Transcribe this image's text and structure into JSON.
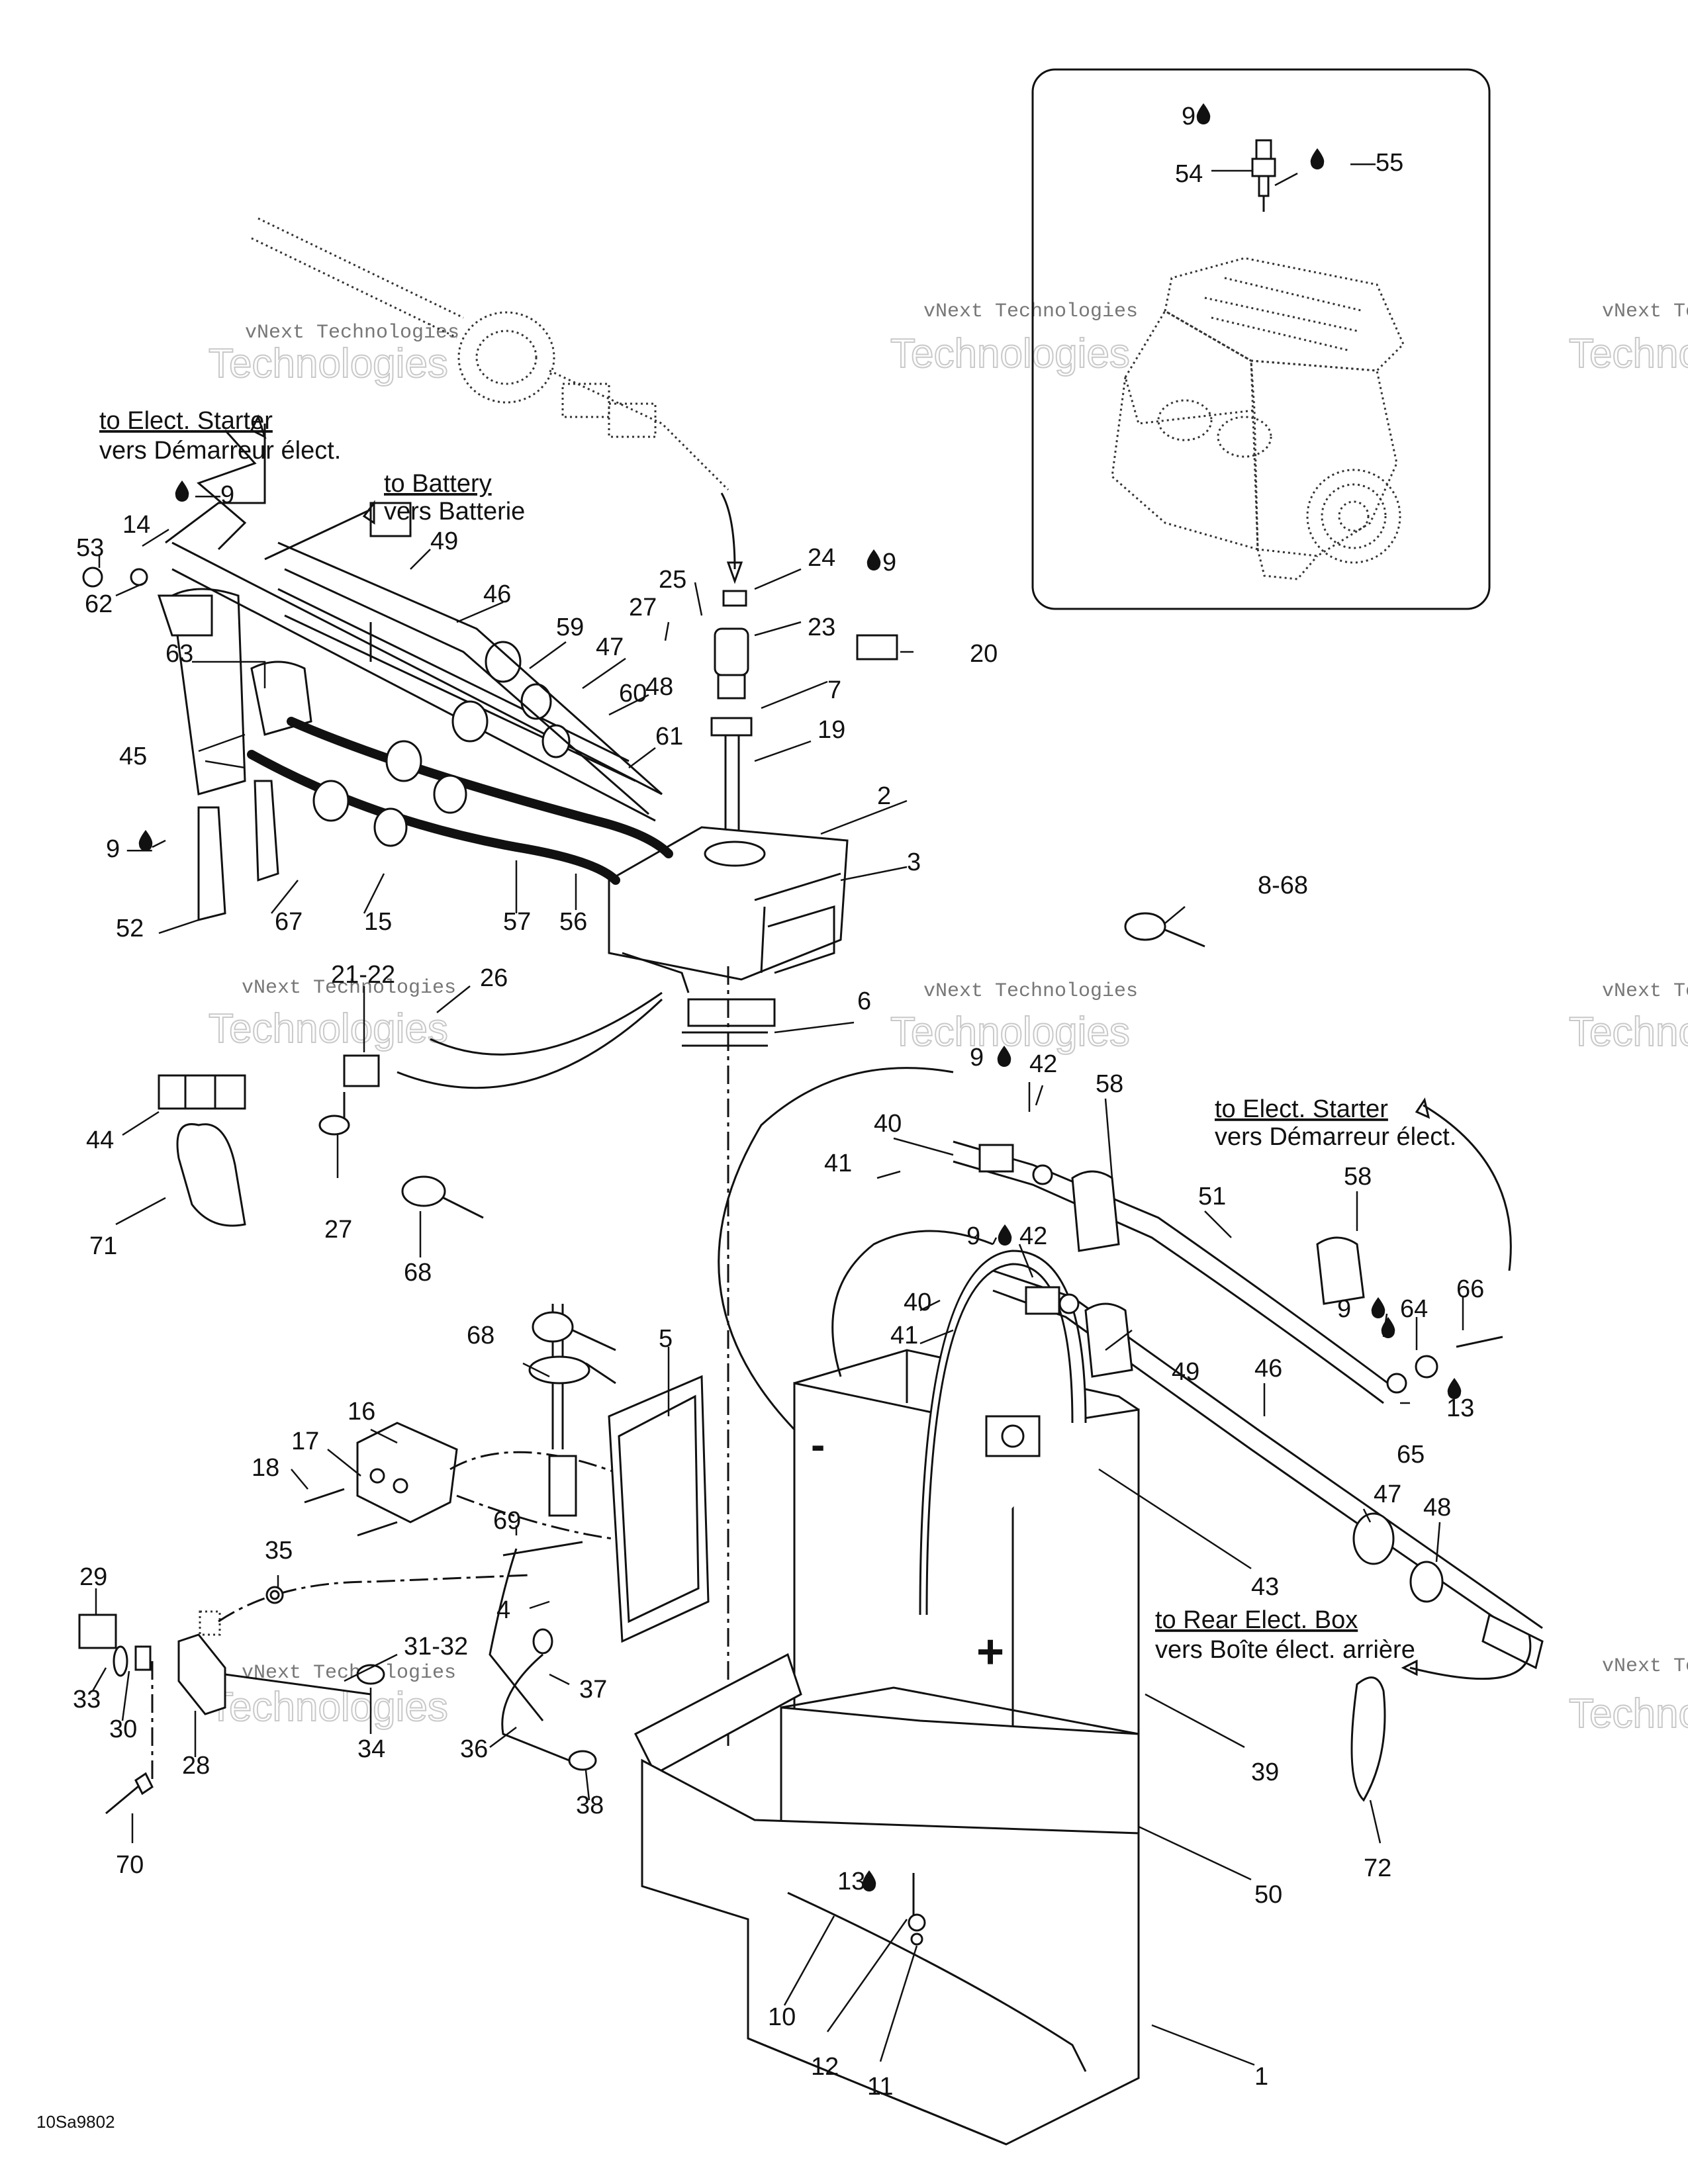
{
  "figure_ref": "10Sa9802",
  "watermark": {
    "line1": "vNext Technologies",
    "line2": "Technologies",
    "line3": "vNext"
  },
  "callouts": {
    "elect_starter_top": {
      "en": "to Elect. Starter",
      "fr": "vers Démarreur élect."
    },
    "battery": {
      "en": "to Battery",
      "fr": "vers Batterie"
    },
    "elect_starter_right": {
      "en": "to Elect. Starter",
      "fr": "vers Démarreur élect."
    },
    "rear_box": {
      "en": "to Rear Elect. Box",
      "fr": "vers Boîte élect. arrière"
    }
  },
  "symbols": {
    "minus": "-",
    "plus": "+"
  },
  "labels": [
    {
      "id": "l9a",
      "text": "9"
    },
    {
      "id": "l54",
      "text": "54"
    },
    {
      "id": "l55",
      "text": "—55"
    },
    {
      "id": "l9b",
      "text": "—9"
    },
    {
      "id": "l14",
      "text": "14"
    },
    {
      "id": "l53",
      "text": "53"
    },
    {
      "id": "l62",
      "text": "62"
    },
    {
      "id": "l49a",
      "text": "49"
    },
    {
      "id": "l46a",
      "text": "46"
    },
    {
      "id": "l63",
      "text": "63"
    },
    {
      "id": "l59",
      "text": "59"
    },
    {
      "id": "l47a",
      "text": "47"
    },
    {
      "id": "l60",
      "text": "60"
    },
    {
      "id": "l48a",
      "text": "48"
    },
    {
      "id": "l61",
      "text": "61"
    },
    {
      "id": "l45",
      "text": "45"
    },
    {
      "id": "l9c",
      "text": "9 —"
    },
    {
      "id": "l52",
      "text": "52"
    },
    {
      "id": "l67",
      "text": "67"
    },
    {
      "id": "l15",
      "text": "15"
    },
    {
      "id": "l57",
      "text": "57"
    },
    {
      "id": "l56",
      "text": "56"
    },
    {
      "id": "l25",
      "text": "25"
    },
    {
      "id": "l27a",
      "text": "27"
    },
    {
      "id": "l24",
      "text": "24"
    },
    {
      "id": "l9d",
      "text": "9"
    },
    {
      "id": "l23",
      "text": "23"
    },
    {
      "id": "l20",
      "text": "20"
    },
    {
      "id": "l7",
      "text": "7"
    },
    {
      "id": "l19",
      "text": "19"
    },
    {
      "id": "l2",
      "text": "2"
    },
    {
      "id": "l3",
      "text": "3"
    },
    {
      "id": "l868",
      "text": "8-68"
    },
    {
      "id": "l2122",
      "text": "21-22"
    },
    {
      "id": "l26",
      "text": "26"
    },
    {
      "id": "l6",
      "text": "6"
    },
    {
      "id": "l44",
      "text": "44"
    },
    {
      "id": "l71",
      "text": "71"
    },
    {
      "id": "l27b",
      "text": "27"
    },
    {
      "id": "l68a",
      "text": "68"
    },
    {
      "id": "l9e",
      "text": "9"
    },
    {
      "id": "l42a",
      "text": "42"
    },
    {
      "id": "l58a",
      "text": "58"
    },
    {
      "id": "l40a",
      "text": "40"
    },
    {
      "id": "l41a",
      "text": "41"
    },
    {
      "id": "l51",
      "text": "51"
    },
    {
      "id": "l58b",
      "text": "58"
    },
    {
      "id": "l9f",
      "text": "9"
    },
    {
      "id": "l42b",
      "text": "42"
    },
    {
      "id": "l40b",
      "text": "40"
    },
    {
      "id": "l41b",
      "text": "41"
    },
    {
      "id": "l49b",
      "text": "49"
    },
    {
      "id": "l9g",
      "text": "9"
    },
    {
      "id": "l64",
      "text": "64"
    },
    {
      "id": "l66",
      "text": "66"
    },
    {
      "id": "l65",
      "text": "65"
    },
    {
      "id": "l13a",
      "text": "13"
    },
    {
      "id": "l46b",
      "text": "46"
    },
    {
      "id": "l47b",
      "text": "47"
    },
    {
      "id": "l48b",
      "text": "48"
    },
    {
      "id": "l43",
      "text": "43"
    },
    {
      "id": "l68b",
      "text": "68"
    },
    {
      "id": "l5",
      "text": "5"
    },
    {
      "id": "l16",
      "text": "16"
    },
    {
      "id": "l17",
      "text": "17"
    },
    {
      "id": "l18",
      "text": "18"
    },
    {
      "id": "l69",
      "text": "69"
    },
    {
      "id": "l35",
      "text": "35"
    },
    {
      "id": "l29",
      "text": "29"
    },
    {
      "id": "l4",
      "text": "4"
    },
    {
      "id": "l3132",
      "text": "31-32"
    },
    {
      "id": "l37",
      "text": "37"
    },
    {
      "id": "l33",
      "text": "33"
    },
    {
      "id": "l30",
      "text": "30"
    },
    {
      "id": "l28",
      "text": "28"
    },
    {
      "id": "l34",
      "text": "34"
    },
    {
      "id": "l36",
      "text": "36"
    },
    {
      "id": "l38",
      "text": "38"
    },
    {
      "id": "l70",
      "text": "70"
    },
    {
      "id": "l39",
      "text": "39"
    },
    {
      "id": "l72",
      "text": "72"
    },
    {
      "id": "l50",
      "text": "50"
    },
    {
      "id": "l13b",
      "text": "13"
    },
    {
      "id": "l10",
      "text": "10"
    },
    {
      "id": "l12",
      "text": "12"
    },
    {
      "id": "l11",
      "text": "11"
    },
    {
      "id": "l1",
      "text": "1"
    }
  ]
}
